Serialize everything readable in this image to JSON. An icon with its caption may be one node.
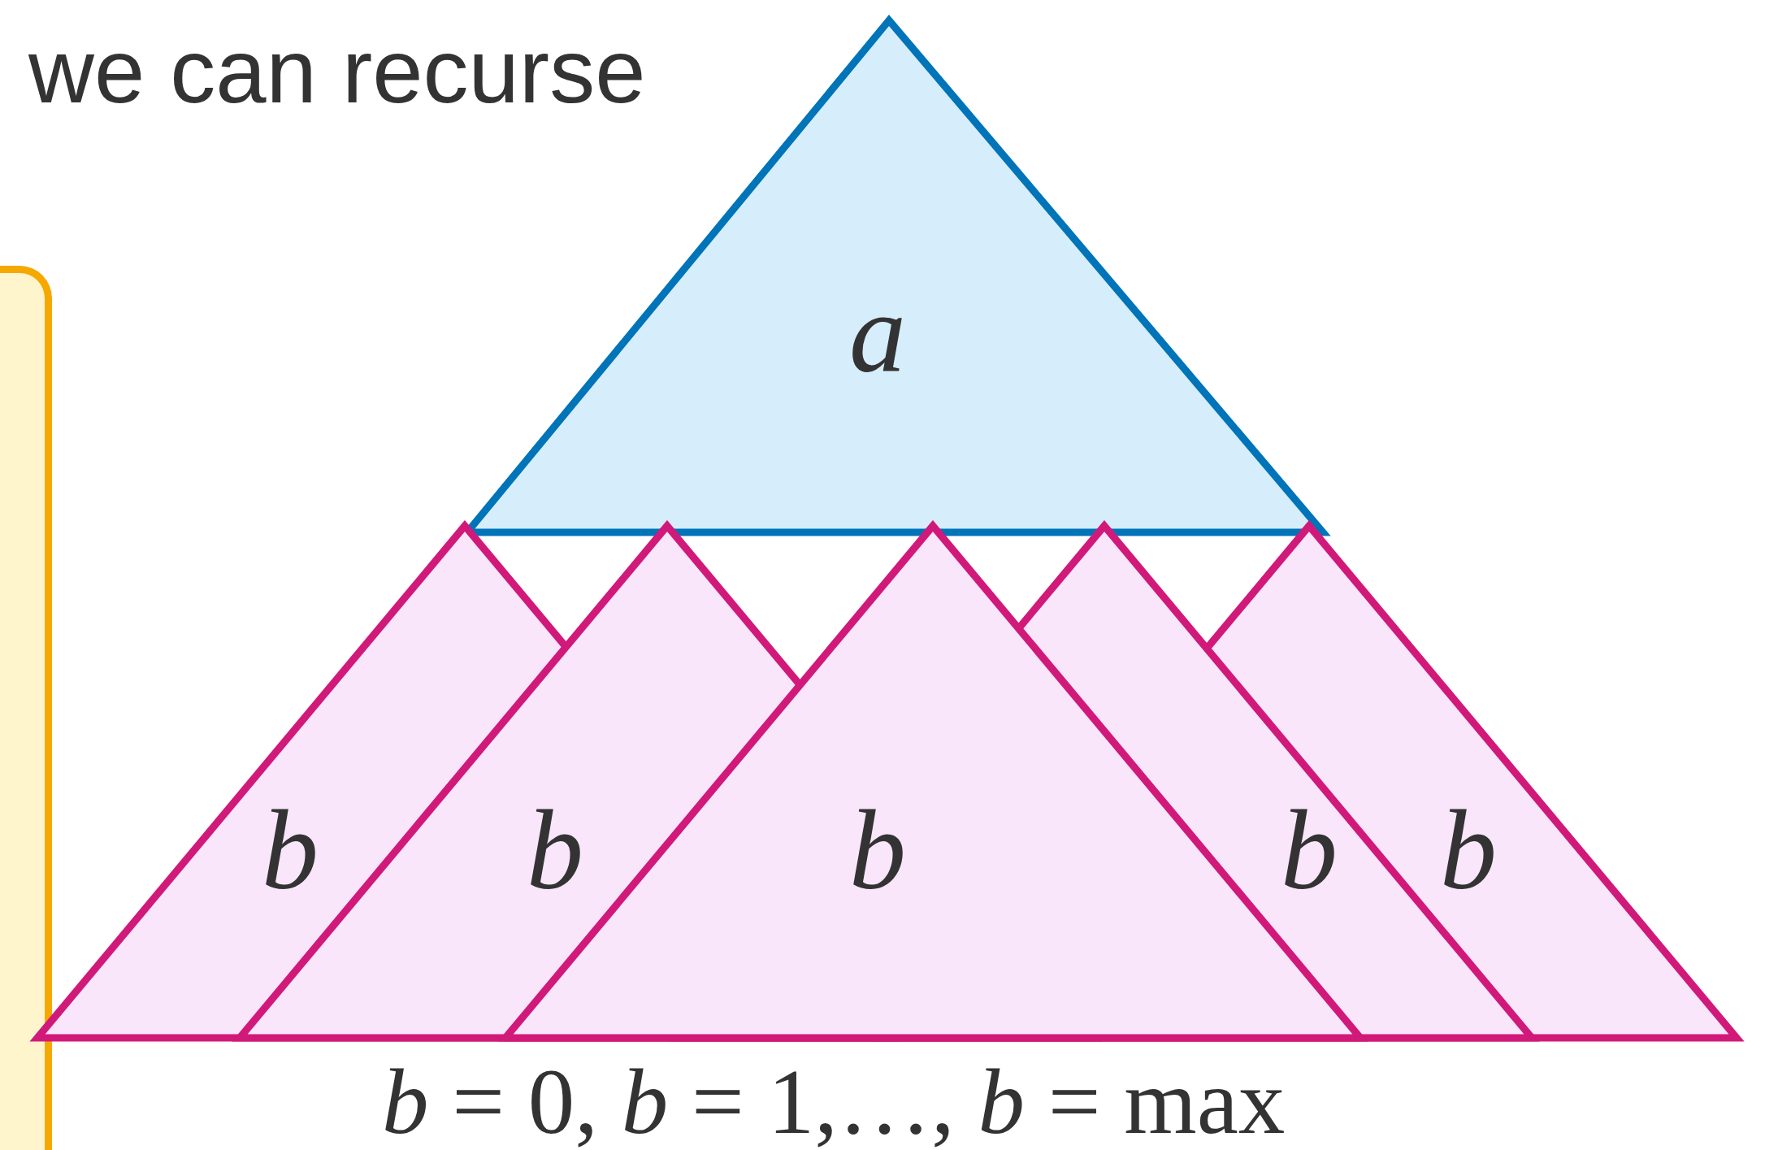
{
  "diagram": {
    "nodes": [
      {
        "text": [],
        "shape": "box"
      },
      {
        "text": [
          "a"
        ]
      },
      {
        "text": [
          "b"
        ]
      },
      {
        "text": [
          "b"
        ]
      },
      {
        "text": [
          "b"
        ]
      },
      {
        "text": [
          "b"
        ]
      },
      {
        "text": [
          "b"
        ]
      }
    ],
    "edges": [],
    "labels": [
      "we can recurse",
      "*b* = 0, *b* = 1,…, *b* = max"
    ]
  }
}
